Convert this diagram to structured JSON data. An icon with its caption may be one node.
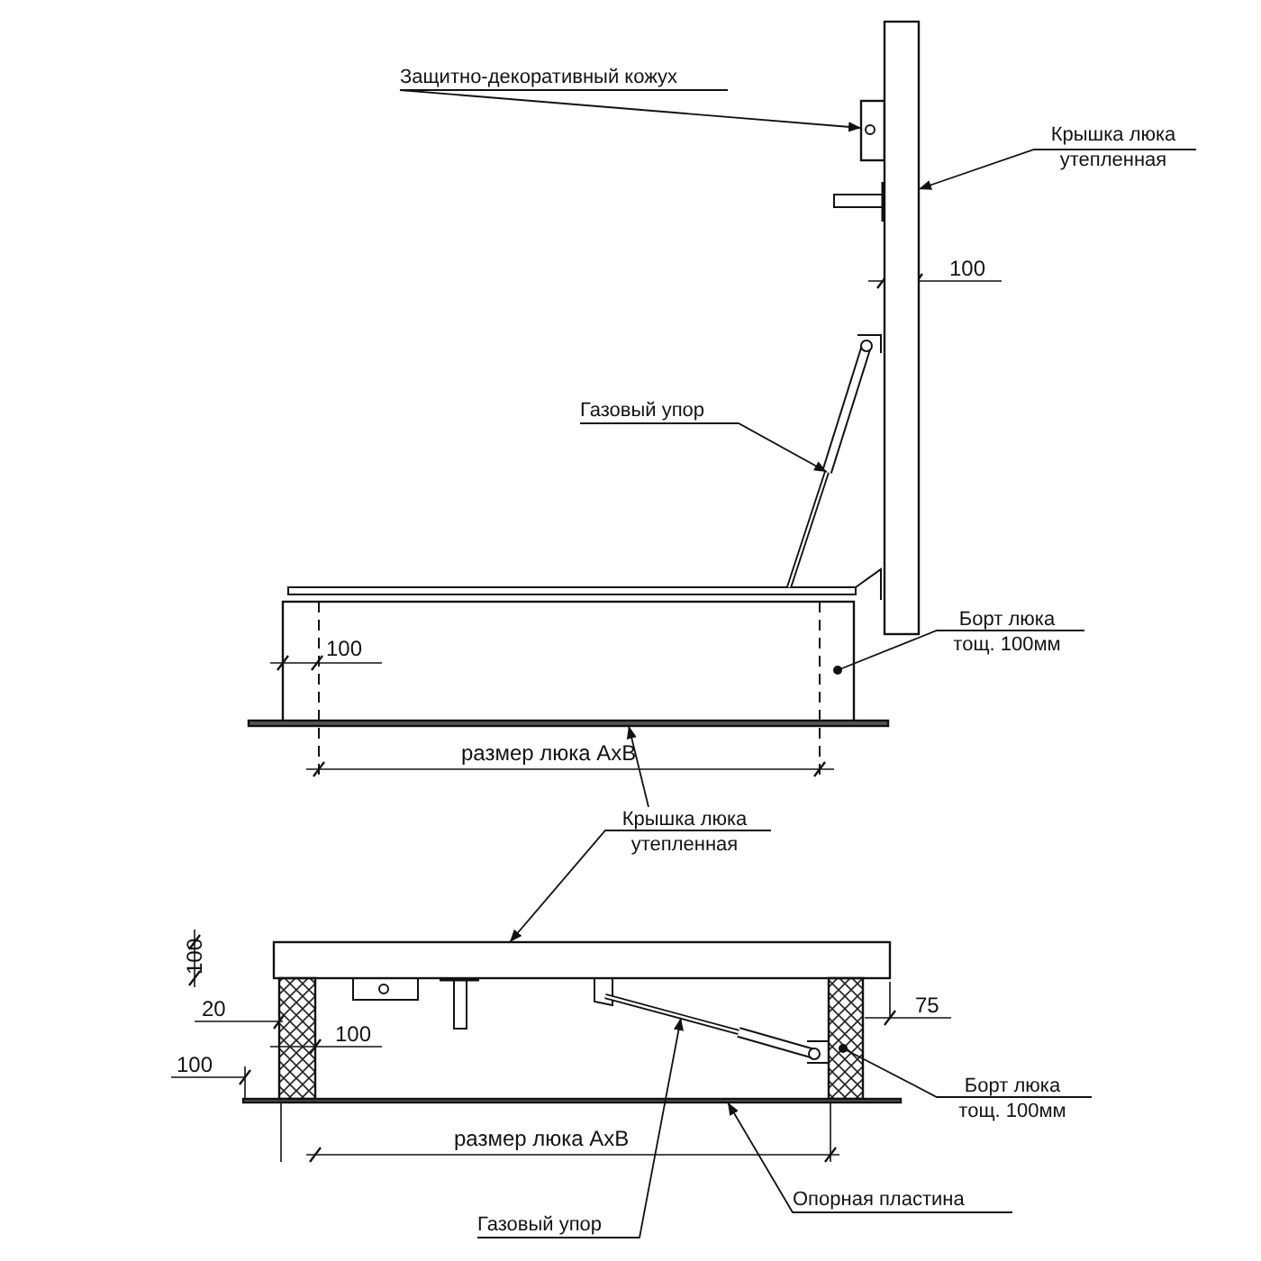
{
  "diagram": {
    "nodes": [
      {
        "text": [
          "Защитно-декоративный кожух"
        ]
      },
      {
        "text": [],
        "shape": "box"
      },
      {
        "text": [
          "Крышка люка утепленная"
        ]
      },
      {
        "text": [],
        "shape": "box"
      },
      {
        "text": [
          "Газовый упор"
        ]
      },
      {
        "text": [],
        "shape": "bar"
      },
      {
        "text": [
          "Борт люка тощ. 100мм"
        ]
      },
      {
        "text": [],
        "shape": "box"
      },
      {
        "text": [],
        "shape": "bar"
      },
      {
        "text": [
          "Крышка люка утепленная"
        ]
      },
      {
        "text": [],
        "shape": "box"
      },
      {
        "text": [
          "Борт люка тощ. 100мм"
        ]
      },
      {
        "text": [],
        "shape": "box"
      },
      {
        "text": [
          "Опорная пластина"
        ]
      },
      {
        "text": [],
        "shape": "bar"
      },
      {
        "text": [
          "Газовый упор"
        ]
      },
      {
        "text": [],
        "shape": "bar"
      },
      {
        "text": [],
        "shape": "box"
      }
    ],
    "edges": [
      {
        "from": 0,
        "to": 1,
        "arrow": "to"
      },
      {
        "from": 2,
        "to": 3,
        "arrow": "to"
      },
      {
        "from": 4,
        "to": 5,
        "arrow": "to"
      },
      {
        "from": 6,
        "to": 7,
        "arrow": "other"
      },
      {
        "from": 9,
        "to": 8,
        "arrow": "to"
      },
      {
        "from": 9,
        "to": 10,
        "arrow": "to"
      },
      {
        "from": 11,
        "to": 12,
        "arrow": "other"
      },
      {
        "from": 13,
        "to": 14,
        "arrow": "to"
      },
      {
        "from": 15,
        "to": 16,
        "arrow": "to"
      }
    ],
    "labels": [
      "100",
      "100",
      "размер люка АхВ",
      "100",
      "20",
      "100",
      "100",
      "75",
      "размер люка АхВ"
    ]
  }
}
